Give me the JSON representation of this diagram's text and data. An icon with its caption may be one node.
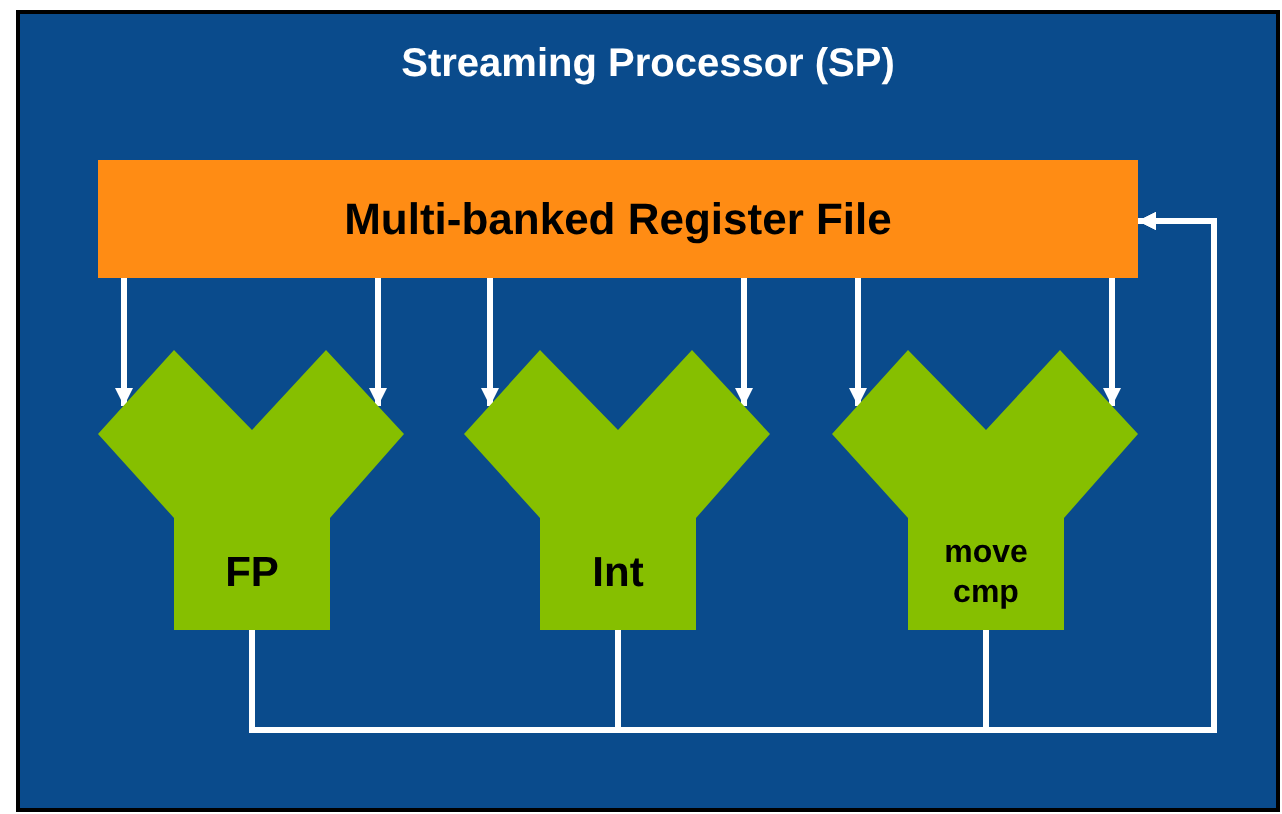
{
  "diagram": {
    "nodes": [
      {
        "text": [
          "Streaming Processor (SP)"
        ]
      },
      {
        "text": [
          "Multi-banked Register File"
        ],
        "in": 0
      },
      {
        "text": [
          "FP"
        ],
        "in": 0
      },
      {
        "text": [
          "Int"
        ],
        "in": 0
      },
      {
        "text": [
          "move cmp"
        ],
        "in": 0
      }
    ],
    "edges": [
      {
        "from": 1,
        "to": 2,
        "arrow": "to"
      },
      {
        "from": 1,
        "to": 2,
        "arrow": "to"
      },
      {
        "from": 1,
        "to": 3,
        "arrow": "to"
      },
      {
        "from": 1,
        "to": 3,
        "arrow": "to"
      },
      {
        "from": 1,
        "to": 4,
        "arrow": "to"
      },
      {
        "from": 1,
        "to": 4,
        "arrow": "to"
      },
      {
        "from": 2,
        "to": 1,
        "arrow": "to"
      },
      {
        "from": 3,
        "to": 1,
        "arrow": "to"
      },
      {
        "from": 4,
        "to": 1,
        "arrow": "to"
      }
    ]
  }
}
